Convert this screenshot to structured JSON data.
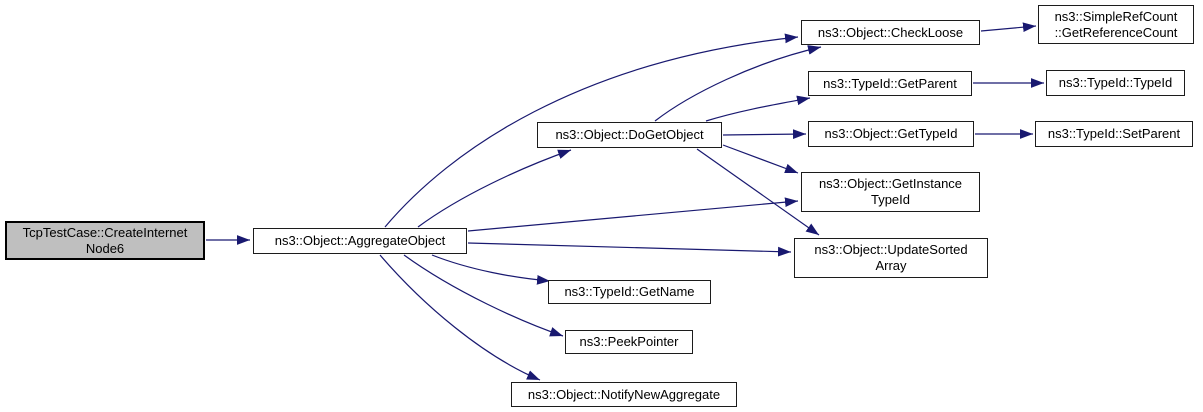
{
  "diagram": {
    "type": "call-graph",
    "description": "Doxygen-style call graph for TcpTestCase::CreateInternetNode6",
    "colors": {
      "background": "#ffffff",
      "edge": "#191970",
      "node_fill": "#ffffff",
      "node_border": "#1c1c1c",
      "highlight_fill": "#bfbfbf",
      "text": "#000000"
    },
    "nodes": [
      {
        "id": "create-internet-node6",
        "label": "TcpTestCase::CreateInternet\nNode6",
        "highlighted": true
      },
      {
        "id": "aggregate-object",
        "label": "ns3::Object::AggregateObject",
        "highlighted": false
      },
      {
        "id": "do-get-object",
        "label": "ns3::Object::DoGetObject",
        "highlighted": false
      },
      {
        "id": "check-loose",
        "label": "ns3::Object::CheckLoose",
        "highlighted": false
      },
      {
        "id": "get-reference-count",
        "label": "ns3::SimpleRefCount\n::GetReferenceCount",
        "highlighted": false
      },
      {
        "id": "get-parent",
        "label": "ns3::TypeId::GetParent",
        "highlighted": false
      },
      {
        "id": "typeid-typeid",
        "label": "ns3::TypeId::TypeId",
        "highlighted": false
      },
      {
        "id": "get-typeid",
        "label": "ns3::Object::GetTypeId",
        "highlighted": false
      },
      {
        "id": "set-parent",
        "label": "ns3::TypeId::SetParent",
        "highlighted": false
      },
      {
        "id": "get-instance-typeid",
        "label": "ns3::Object::GetInstance\nTypeId",
        "highlighted": false
      },
      {
        "id": "update-sorted-array",
        "label": "ns3::Object::UpdateSorted\nArray",
        "highlighted": false
      },
      {
        "id": "get-name",
        "label": "ns3::TypeId::GetName",
        "highlighted": false
      },
      {
        "id": "peek-pointer",
        "label": "ns3::PeekPointer",
        "highlighted": false
      },
      {
        "id": "notify-new-aggregate",
        "label": "ns3::Object::NotifyNewAggregate",
        "highlighted": false
      }
    ],
    "edges": [
      {
        "from": "create-internet-node6",
        "to": "aggregate-object"
      },
      {
        "from": "aggregate-object",
        "to": "check-loose"
      },
      {
        "from": "aggregate-object",
        "to": "do-get-object"
      },
      {
        "from": "aggregate-object",
        "to": "get-instance-typeid"
      },
      {
        "from": "aggregate-object",
        "to": "update-sorted-array"
      },
      {
        "from": "aggregate-object",
        "to": "get-name"
      },
      {
        "from": "aggregate-object",
        "to": "peek-pointer"
      },
      {
        "from": "aggregate-object",
        "to": "notify-new-aggregate"
      },
      {
        "from": "do-get-object",
        "to": "check-loose"
      },
      {
        "from": "do-get-object",
        "to": "get-parent"
      },
      {
        "from": "do-get-object",
        "to": "get-typeid"
      },
      {
        "from": "do-get-object",
        "to": "get-instance-typeid"
      },
      {
        "from": "do-get-object",
        "to": "update-sorted-array"
      },
      {
        "from": "check-loose",
        "to": "get-reference-count"
      },
      {
        "from": "get-parent",
        "to": "typeid-typeid"
      },
      {
        "from": "get-typeid",
        "to": "set-parent"
      }
    ]
  }
}
